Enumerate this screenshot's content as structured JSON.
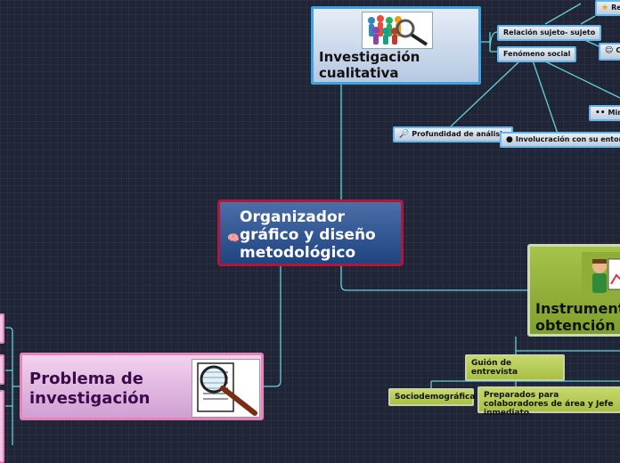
{
  "central": {
    "label": "Organizador gráfico y diseño metodológico",
    "icon": "brain-icon"
  },
  "investigacion": {
    "title": "Investigación cualitativa",
    "children": [
      {
        "label": "Relación sujeto- sujeto"
      },
      {
        "label": "Fenómeno social"
      },
      {
        "label": "Profundidad de análisis",
        "icon": "magnifier-icon"
      },
      {
        "label": "Involucración con su entorno",
        "icon": "head-icon"
      },
      {
        "label": "Mira",
        "icon": "eyes-icon"
      },
      {
        "label": "Re",
        "icon": "star-icon"
      },
      {
        "label": "C",
        "icon": "people-icon"
      }
    ]
  },
  "instrumentos": {
    "title_line1": "Instrument",
    "title_line2": "obtención d",
    "children": [
      {
        "label": "Guión de entrevista"
      },
      {
        "label": "Sociodemográfica"
      },
      {
        "label": "Preparados para  colaboradores de área y Jefe inmediato."
      }
    ]
  },
  "problema": {
    "title": "Problema de investigación"
  },
  "colors": {
    "link": "#63d2d9",
    "central_border": "#b3163b",
    "central_fill": "#2a5191",
    "blue_border": "#3fa3df",
    "pink_border": "#e882bb",
    "green_fill": "#a6c34a"
  }
}
